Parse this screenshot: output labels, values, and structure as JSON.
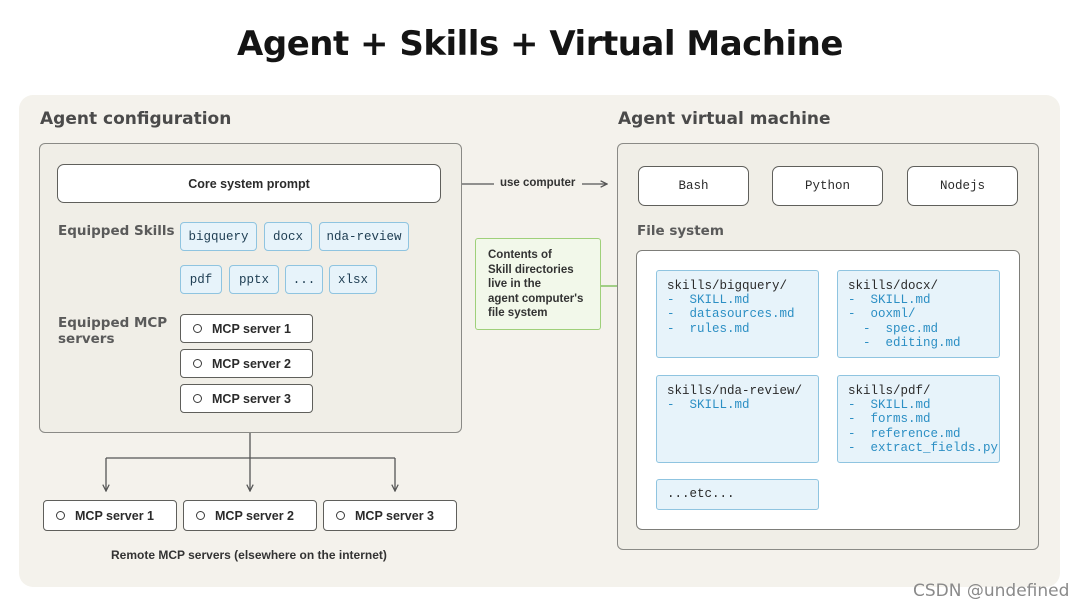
{
  "title": "Agent + Skills + Virtual Machine",
  "agent_config": {
    "label": "Agent configuration",
    "core_prompt": "Core system prompt",
    "skills_label": "Equipped Skills",
    "skills": [
      "bigquery",
      "docx",
      "nda-review",
      "pdf",
      "pptx",
      "...",
      "xlsx"
    ],
    "mcp_label_line1": "Equipped MCP",
    "mcp_label_line2": "servers",
    "mcp_servers": [
      "MCP server 1",
      "MCP server 2",
      "MCP server 3"
    ]
  },
  "use_computer_label": "use computer",
  "contents_note": [
    "Contents of",
    "Skill directories",
    "live in the",
    "agent computer's",
    "file system"
  ],
  "remote": {
    "servers": [
      "MCP server 1",
      "MCP server 2",
      "MCP server 3"
    ],
    "label": "Remote MCP servers (elsewhere on the internet)"
  },
  "vm": {
    "label": "Agent virtual machine",
    "runtimes": [
      "Bash",
      "Python",
      "Nodejs"
    ],
    "fs_label": "File system",
    "dirs": [
      {
        "head": "skills/bigquery/",
        "items": [
          "-  SKILL.md",
          "-  datasources.md",
          "-  rules.md"
        ]
      },
      {
        "head": "skills/docx/",
        "items": [
          "-  SKILL.md",
          "-  ooxml/",
          "  -  spec.md",
          "  -  editing.md"
        ]
      },
      {
        "head": "skills/nda-review/",
        "items": [
          "-  SKILL.md"
        ]
      },
      {
        "head": "skills/pdf/",
        "items": [
          "-  SKILL.md",
          "-  forms.md",
          "-  reference.md",
          "-  extract_fields.py"
        ]
      }
    ],
    "etc": "...etc..."
  },
  "watermark": "CSDN @undefined",
  "colors": {
    "panel_bg": "#f4f2ec",
    "skill_fill": "#e7f3fa",
    "skill_border": "#8fc4e0",
    "file_item": "#2c8fc4",
    "note_border": "#9fd07a"
  }
}
